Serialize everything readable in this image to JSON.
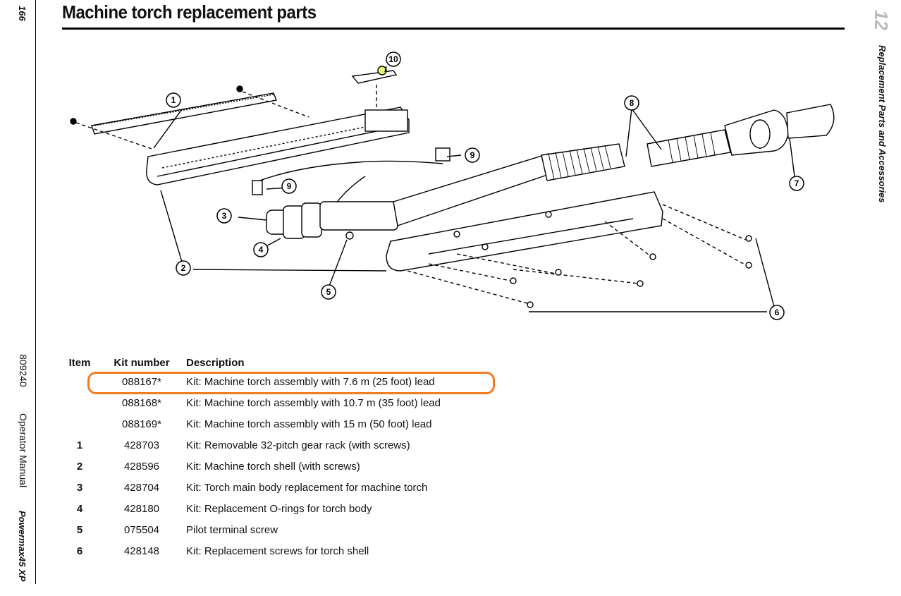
{
  "page": {
    "title": "Machine torch replacement parts",
    "page_number": "166",
    "document_number": "809240",
    "manual_name": "Operator Manual",
    "product_name": "Powermax45 XP",
    "chapter_number": "12",
    "chapter_title": "Replacement Parts and Accessories"
  },
  "diagram": {
    "callouts": [
      "1",
      "2",
      "3",
      "4",
      "5",
      "6",
      "7",
      "8",
      "9",
      "9",
      "10"
    ]
  },
  "parts_table": {
    "headers": {
      "item": "Item",
      "kit": "Kit number",
      "description": "Description"
    },
    "rows": [
      {
        "item": "",
        "kit": "088167*",
        "description": "Kit: Machine torch assembly with 7.6 m (25 foot) lead"
      },
      {
        "item": "",
        "kit": "088168*",
        "description": "Kit: Machine torch assembly with 10.7 m (35 foot) lead"
      },
      {
        "item": "",
        "kit": "088169*",
        "description": "Kit: Machine torch assembly with 15 m (50 foot) lead"
      },
      {
        "item": "1",
        "kit": "428703",
        "description": "Kit: Removable 32-pitch gear rack (with screws)"
      },
      {
        "item": "2",
        "kit": "428596",
        "description": "Kit: Machine torch shell (with screws)"
      },
      {
        "item": "3",
        "kit": "428704",
        "description": "Kit: Torch main body replacement for machine torch"
      },
      {
        "item": "4",
        "kit": "428180",
        "description": "Kit: Replacement O-rings for torch body"
      },
      {
        "item": "5",
        "kit": "075504",
        "description": "Pilot terminal screw"
      },
      {
        "item": "6",
        "kit": "428148",
        "description": "Kit: Replacement screws for torch shell"
      }
    ]
  },
  "colors": {
    "highlight": "#f47b20",
    "text": "#111111",
    "chapter_number": "#bbbbbb"
  }
}
